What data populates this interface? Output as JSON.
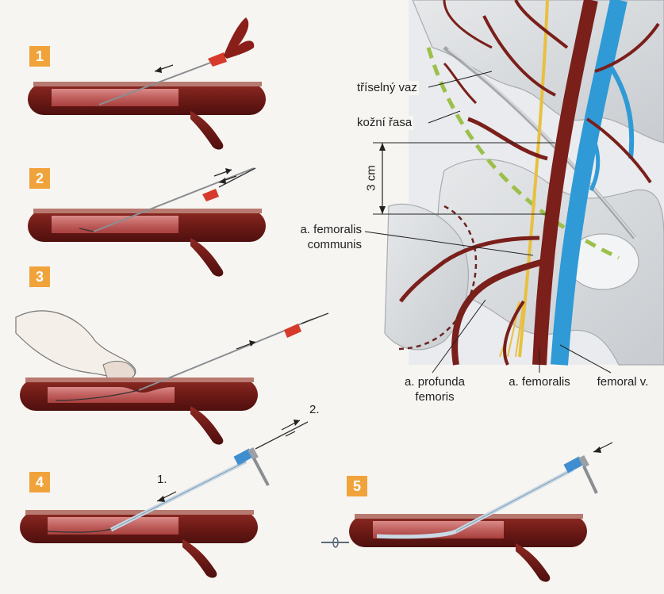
{
  "steps": [
    "1",
    "2",
    "3",
    "4",
    "5"
  ],
  "step_arrows": {
    "first": "1.",
    "second": "2."
  },
  "labels": {
    "ligament": "tříselný vaz",
    "skin_fold": "kožní řasa",
    "distance": "3 cm",
    "common_femoral_line1": "a. femoralis",
    "common_femoral_line2": "communis",
    "profunda_line1": "a. profunda",
    "profunda_line2": "femoris",
    "femoral_artery": "a. femoralis",
    "femoral_vein": "femoral v."
  },
  "colors": {
    "badge": "#f1a33b",
    "vessel_outer": "#7a1f1a",
    "vessel_inner": "#c86a6a",
    "vein": "#2f9ad6",
    "nerve": "#e8c040",
    "dashed_line": "#9cc04a"
  }
}
